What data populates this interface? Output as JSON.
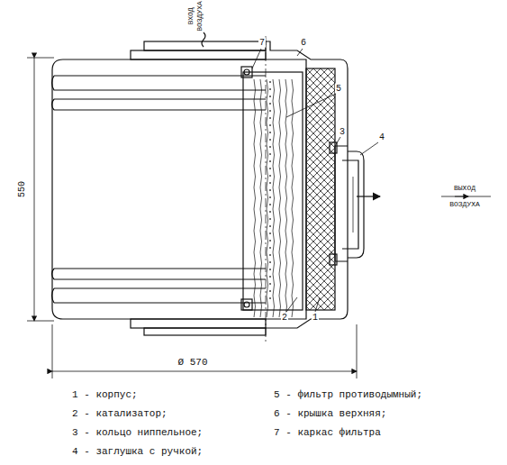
{
  "diagram": {
    "labels": [
      "ВХОД",
      "ВОЗДУХА",
      "7",
      "6",
      "5",
      "3",
      "4",
      "ВЫХОД",
      "ВОЗДУХА",
      "550",
      "2",
      "1",
      "Ø 570",
      "1 - корпус;",
      "2 - катализатор;",
      "3 - кольцо ниппельное;",
      "4 - заглушка с ручкой;",
      "5 - фильтр противодымный;",
      "6 - крышка верхняя;",
      "7 - каркас фильтра"
    ]
  }
}
